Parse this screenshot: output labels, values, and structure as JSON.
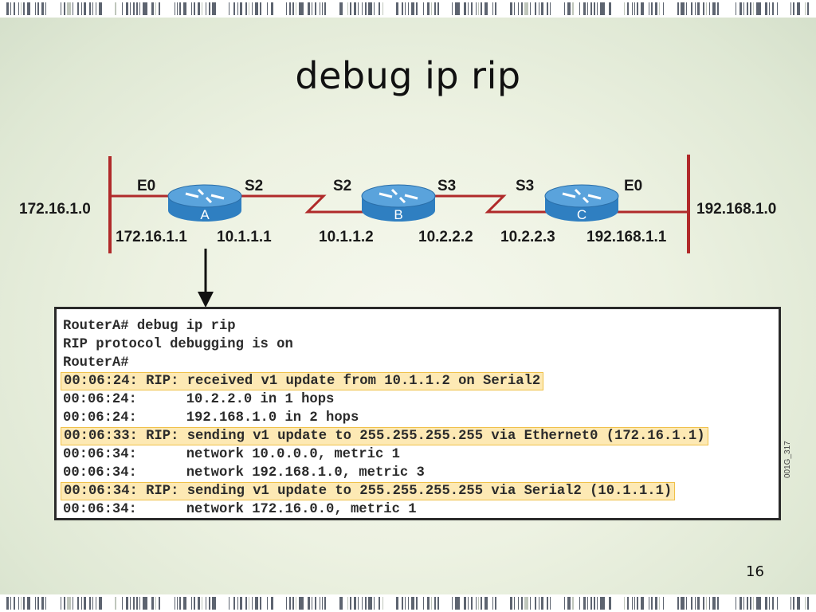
{
  "slide": {
    "title": "debug ip rip",
    "slide_number": "16",
    "figure_code": "001G_317"
  },
  "diagram": {
    "left_network": "172.16.1.0",
    "right_network": "192.168.1.0",
    "routers": [
      {
        "name": "A",
        "left_iface": "E0",
        "right_iface": "S2",
        "left_ip": "172.16.1.1",
        "right_ip": "10.1.1.1"
      },
      {
        "name": "B",
        "left_iface": "S2",
        "right_iface": "S3",
        "left_ip": "10.1.1.2",
        "right_ip": "10.2.2.2"
      },
      {
        "name": "C",
        "left_iface": "S3",
        "right_iface": "E0",
        "left_ip": "10.2.2.3",
        "right_ip": "192.168.1.1"
      }
    ]
  },
  "debug_output": [
    {
      "text": "RouterA# debug ip rip",
      "highlight": false
    },
    {
      "text": "RIP protocol debugging is on",
      "highlight": false
    },
    {
      "text": "RouterA#",
      "highlight": false
    },
    {
      "text": "00:06:24: RIP: received v1 update from 10.1.1.2 on Serial2",
      "highlight": true
    },
    {
      "text": "00:06:24:      10.2.2.0 in 1 hops",
      "highlight": false
    },
    {
      "text": "00:06:24:      192.168.1.0 in 2 hops",
      "highlight": false
    },
    {
      "text": "00:06:33: RIP: sending v1 update to 255.255.255.255 via Ethernet0 (172.16.1.1)",
      "highlight": true
    },
    {
      "text": "00:06:34:      network 10.0.0.0, metric 1",
      "highlight": false
    },
    {
      "text": "00:06:34:      network 192.168.1.0, metric 3",
      "highlight": false
    },
    {
      "text": "00:06:34: RIP: sending v1 update to 255.255.255.255 via Serial2 (10.1.1.1)",
      "highlight": true
    },
    {
      "text": "00:06:34:      network 172.16.0.0, metric 1",
      "highlight": false
    }
  ],
  "colors": {
    "router_body": "#2f7fc1",
    "router_top": "#5aa3dc",
    "link_red": "#b02a2a",
    "highlight_fill": "#fde9b4",
    "highlight_border": "#f0c14a"
  }
}
